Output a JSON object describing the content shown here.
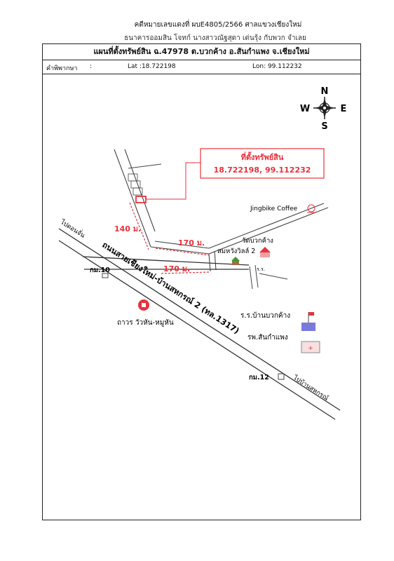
{
  "header": {
    "case_line": "คดีหมายเลขแดงที่ ผบE4805/2566 ศาลแขวงเชียงใหม่",
    "plaintiff_line": "ธนาคารออมสิน โจทก์ นางสาวณัฐสุดา เด่นรุ้ง กับพวก จำเลย",
    "map_title": "แผนที่ตั้งทรัพย์สิน ฉ.47978 ต.บวกค้าง อ.สันกำแพง จ.เชียงใหม่"
  },
  "coords_row": {
    "note_label": "คำพิพากษา",
    "note_colon": ":",
    "lat": "Lat :18.722198",
    "lon": "Lon: 99.112232"
  },
  "compass": {
    "n": "N",
    "s": "S",
    "e": "E",
    "w": "W"
  },
  "property_box": {
    "title": "ที่ตั้งทรัพย์สิน",
    "coords": "18.722198, 99.112232",
    "color": "#e8323c"
  },
  "distances": {
    "d1": "140 ม.",
    "d2": "170 ม.",
    "d3": "170 ม."
  },
  "landmarks": {
    "coffee": "Jingbike Coffee",
    "temple": "วัดบวกค้าง",
    "village": "สมหวังวิลล์ 2",
    "school": "ร.ร.บ้านบวกค้าง",
    "hospital": "รพ.สันกำแพง",
    "store": "ถาวร วัวหัน-หมูหัน",
    "km10": "กม.10",
    "km12": "กม.12",
    "to_left": "ไปดอนจั่น",
    "to_right": "ไปบ้านสหกรณ์",
    "road_name": "ถนนสายเชียงใหม่-บ้านสหกรณ์ 2 (ทล.1317)",
    "small_mark": "ร.ร."
  }
}
